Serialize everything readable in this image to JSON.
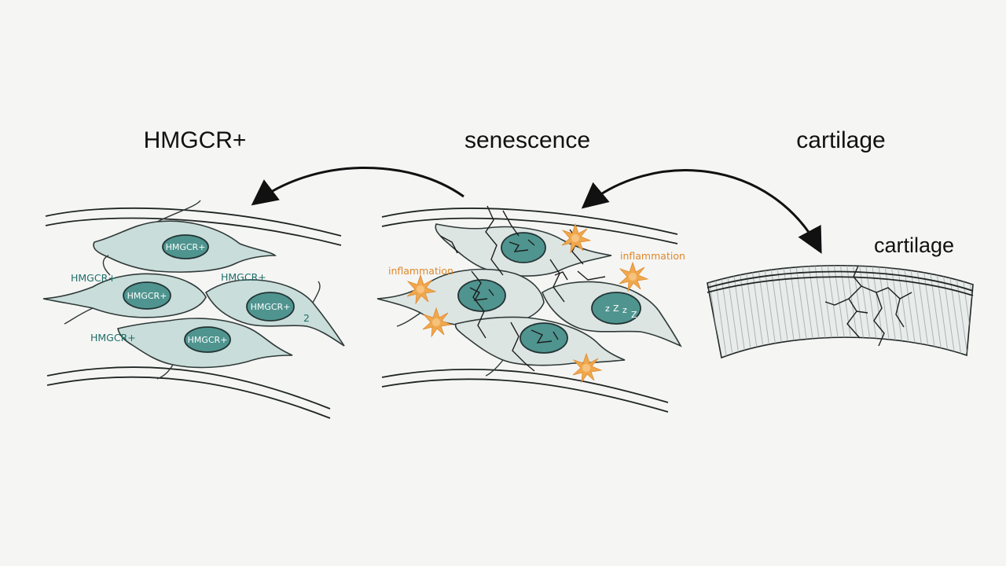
{
  "colors": {
    "background": "#f5f5f4",
    "cell_fill": "#c9ddda",
    "cell_fill_senescent": "#dde5e3",
    "nucleus_fill": "#4f948f",
    "label_teal": "#1f6f6a",
    "inflammation_orange": "#e09a3e",
    "cartilage_fill": "#e8eceb"
  },
  "headings": {
    "left": "HMGCR+",
    "middle": "senescence",
    "right": "cartilage"
  },
  "left_panel": {
    "nucleus_label": "HMGCR+",
    "side_labels": [
      "HMGCR+",
      "HMGCR+",
      "HMGCR+"
    ],
    "extra_mark": "2"
  },
  "middle_panel": {
    "inflammation_labels": [
      "inflammation",
      "inflammation"
    ],
    "sleep_marks": [
      "z",
      "Z",
      "z",
      "Z"
    ],
    "icon": "starburst-inflammation-icon"
  },
  "right_panel": {
    "label": "cartilage"
  },
  "arrows": [
    {
      "from": "senescence",
      "to": "HMGCR+"
    },
    {
      "from": "cartilage",
      "to": "senescence",
      "bidirectional": true
    }
  ]
}
